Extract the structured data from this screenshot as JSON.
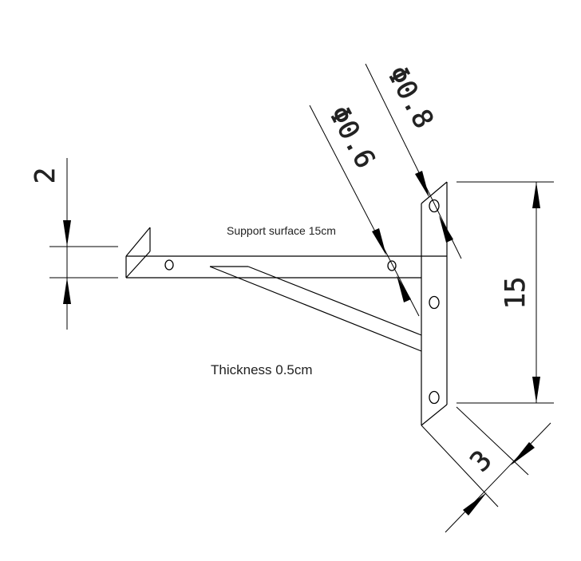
{
  "notes": {
    "support_surface": "Support surface 15cm",
    "thickness": "Thickness 0.5cm"
  },
  "dimensions": {
    "height": "2",
    "vertical": "15",
    "width": "3",
    "hole_small": "Φ0.6",
    "hole_large": "Φ0.8"
  }
}
